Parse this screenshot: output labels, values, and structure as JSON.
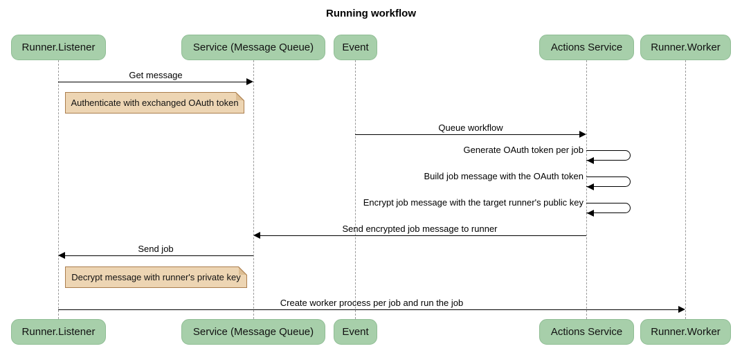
{
  "title": "Running workflow",
  "participants": [
    {
      "id": "runner-listener",
      "label": "Runner.Listener"
    },
    {
      "id": "service-message-queue",
      "label": "Service (Message Queue)"
    },
    {
      "id": "event",
      "label": "Event"
    },
    {
      "id": "actions-service",
      "label": "Actions Service"
    },
    {
      "id": "runner-worker",
      "label": "Runner.Worker"
    }
  ],
  "messages": [
    {
      "label": "Get message",
      "from": "Runner.Listener",
      "to": "Service (Message Queue)",
      "type": "solid-arrow"
    },
    {
      "label": "Queue workflow",
      "from": "Event",
      "to": "Actions Service",
      "type": "solid-arrow"
    },
    {
      "label": "Generate OAuth token per job",
      "from": "Actions Service",
      "to": "Actions Service",
      "type": "self"
    },
    {
      "label": "Build job message with the OAuth token",
      "from": "Actions Service",
      "to": "Actions Service",
      "type": "self"
    },
    {
      "label": "Encrypt job message with the target runner's public key",
      "from": "Actions Service",
      "to": "Actions Service",
      "type": "self"
    },
    {
      "label": "Send encrypted job message to runner",
      "from": "Actions Service",
      "to": "Service (Message Queue)",
      "type": "solid-arrow"
    },
    {
      "label": "Send job",
      "from": "Service (Message Queue)",
      "to": "Runner.Listener",
      "type": "solid-arrow"
    },
    {
      "label": "Create worker process per job and run the job",
      "from": "Runner.Listener",
      "to": "Runner.Worker",
      "type": "solid-arrow"
    }
  ],
  "notes": [
    {
      "text": "Authenticate with exchanged OAuth token",
      "placement": "right of Runner.Listener"
    },
    {
      "text": "Decrypt message with runner's private key",
      "placement": "right of Runner.Listener"
    }
  ],
  "colors": {
    "participant_fill": "#A7CFAA",
    "participant_border": "#8FBD94",
    "note_fill": "#EDD5B3",
    "note_border": "#AA7D4D",
    "lifeline": "#999999",
    "arrow": "#000000",
    "text": "#111111",
    "background": "#FFFFFF"
  }
}
